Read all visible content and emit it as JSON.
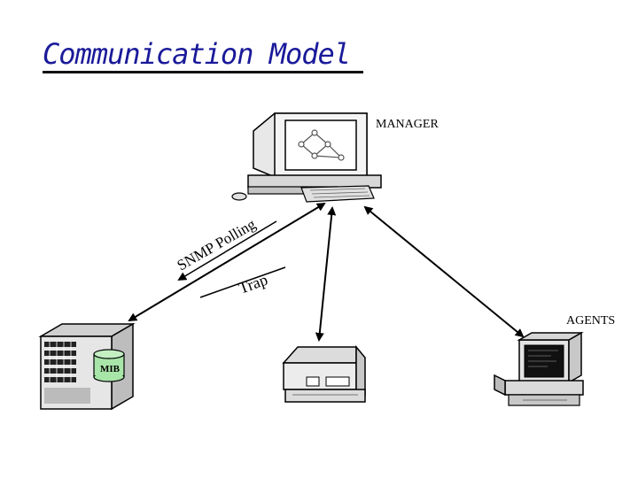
{
  "slide": {
    "title": "Communication Model"
  },
  "labels": {
    "manager": "MANAGER",
    "agents": "AGENTS",
    "snmp_polling": "SNMP Polling",
    "trap": "Trap",
    "mib": "MIB"
  }
}
